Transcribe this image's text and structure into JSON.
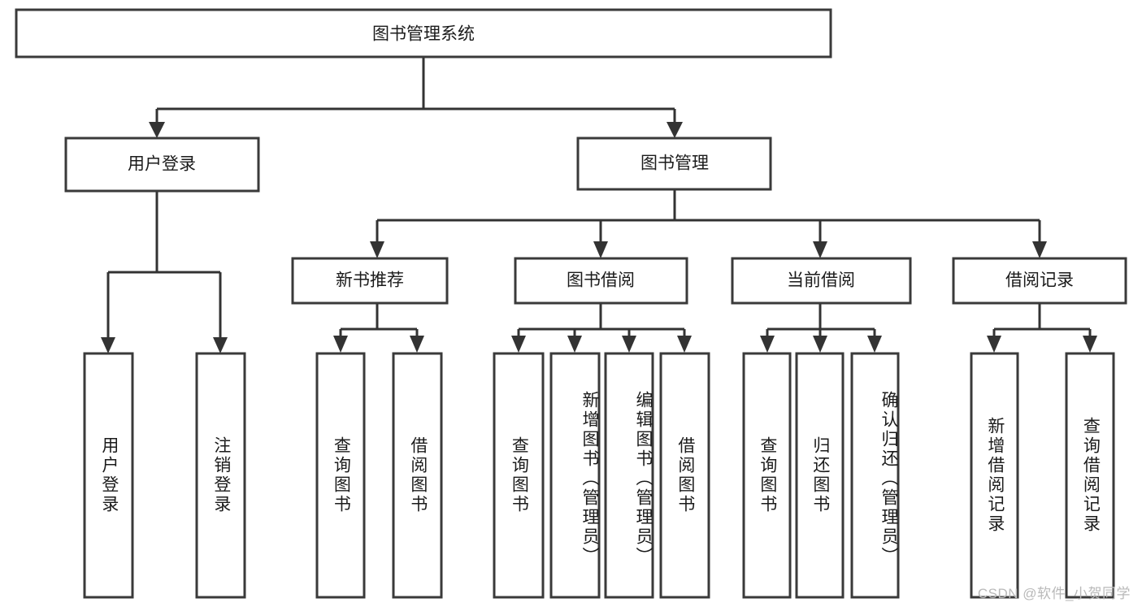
{
  "diagram": {
    "title": "图书管理系统",
    "type": "tree-hierarchy",
    "watermark": "CSDN @软件_小贺同学",
    "colors": {
      "background": "#ffffff",
      "box_fill": "#ffffff",
      "box_stroke": "#3a3a3a",
      "connector": "#333333",
      "text": "#1b1b1b",
      "watermark": "#b9b9b9"
    },
    "root": {
      "id": "root",
      "label": "图书管理系统",
      "orientation": "horizontal"
    },
    "level2": [
      {
        "id": "user-login",
        "label": "用户登录",
        "orientation": "horizontal"
      },
      {
        "id": "book-manage",
        "label": "图书管理",
        "orientation": "horizontal"
      }
    ],
    "level3": [
      {
        "id": "new-book-recommend",
        "label": "新书推荐",
        "orientation": "horizontal",
        "parent": "book-manage"
      },
      {
        "id": "book-borrow",
        "label": "图书借阅",
        "orientation": "horizontal",
        "parent": "book-manage"
      },
      {
        "id": "current-borrow",
        "label": "当前借阅",
        "orientation": "horizontal",
        "parent": "book-manage"
      },
      {
        "id": "borrow-record",
        "label": "借阅记录",
        "orientation": "horizontal",
        "parent": "book-manage"
      }
    ],
    "leaves": [
      {
        "id": "leaf-user-login",
        "label": "用户登录",
        "orientation": "vertical",
        "parent": "user-login"
      },
      {
        "id": "leaf-user-logout",
        "label": "注销登录",
        "orientation": "vertical",
        "parent": "user-login"
      },
      {
        "id": "leaf-query-book-1",
        "label": "查询图书",
        "orientation": "vertical",
        "parent": "new-book-recommend"
      },
      {
        "id": "leaf-borrow-book-1",
        "label": "借阅图书",
        "orientation": "vertical",
        "parent": "new-book-recommend"
      },
      {
        "id": "leaf-query-book-2",
        "label": "查询图书",
        "orientation": "vertical",
        "parent": "book-borrow"
      },
      {
        "id": "leaf-add-book",
        "label": "新增图书（管理员）",
        "orientation": "vertical",
        "parent": "book-borrow"
      },
      {
        "id": "leaf-edit-book",
        "label": "编辑图书（管理员）",
        "orientation": "vertical",
        "parent": "book-borrow"
      },
      {
        "id": "leaf-borrow-book-2",
        "label": "借阅图书",
        "orientation": "vertical",
        "parent": "book-borrow"
      },
      {
        "id": "leaf-query-book-3",
        "label": "查询图书",
        "orientation": "vertical",
        "parent": "current-borrow"
      },
      {
        "id": "leaf-return-book",
        "label": "归还图书",
        "orientation": "vertical",
        "parent": "current-borrow"
      },
      {
        "id": "leaf-confirm-return",
        "label": "确认归还（管理员）",
        "orientation": "vertical",
        "parent": "current-borrow"
      },
      {
        "id": "leaf-add-record",
        "label": "新增借阅记录",
        "orientation": "vertical",
        "parent": "borrow-record"
      },
      {
        "id": "leaf-query-record",
        "label": "查询借阅记录",
        "orientation": "vertical",
        "parent": "borrow-record"
      }
    ]
  }
}
